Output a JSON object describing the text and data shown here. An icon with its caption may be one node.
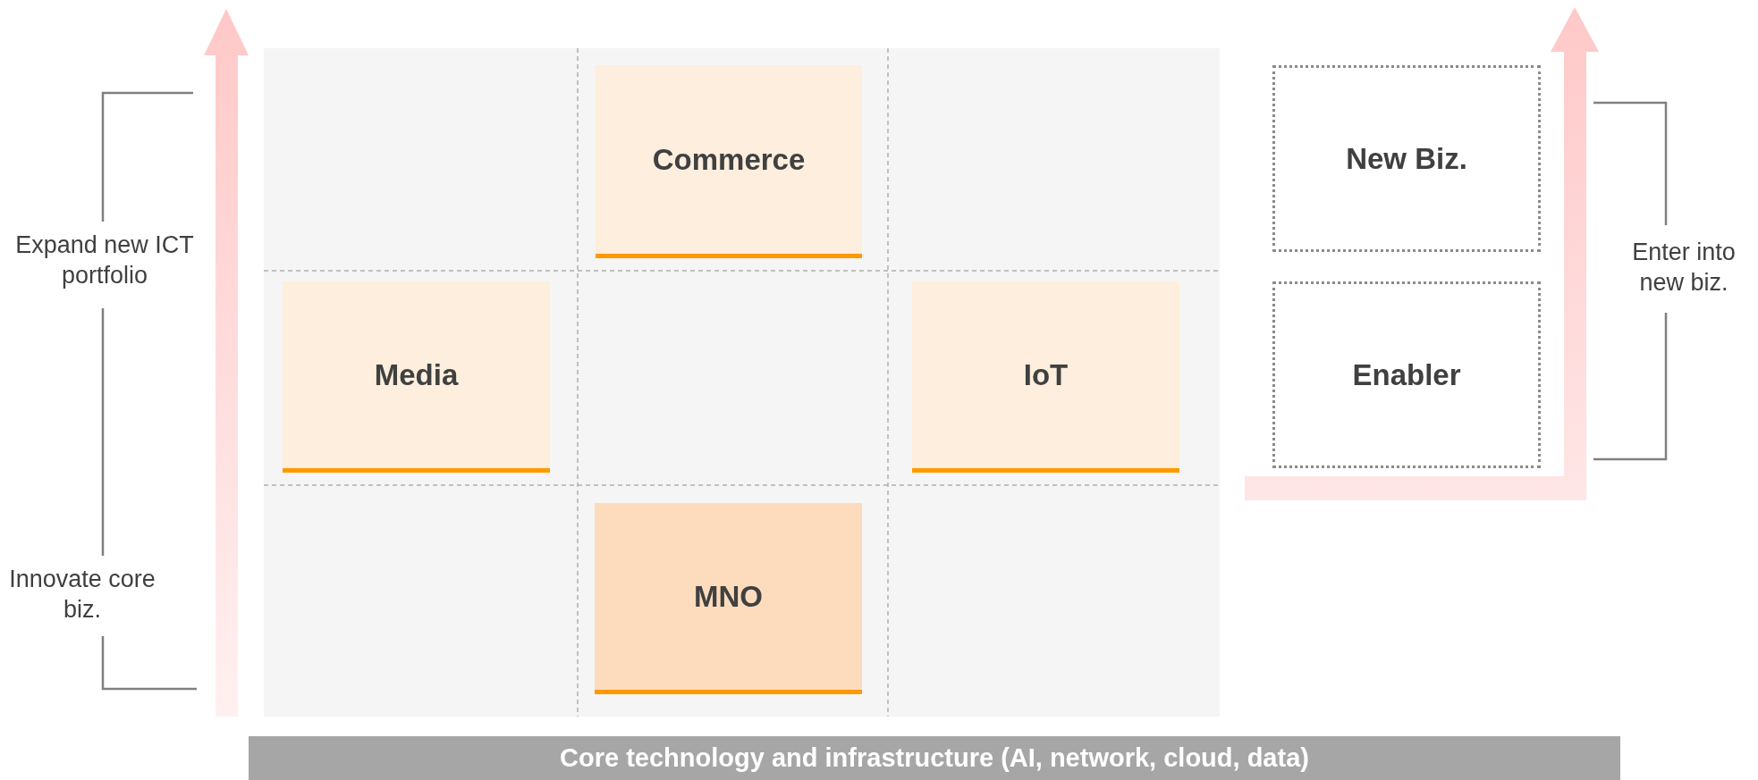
{
  "diagram": {
    "nodes": [
      {
        "text": [
          "Commerce"
        ]
      },
      {
        "text": [
          "Media"
        ]
      },
      {
        "text": [
          "IoT"
        ]
      },
      {
        "text": [
          "MNO"
        ]
      },
      {
        "text": [
          "New Biz."
        ]
      },
      {
        "text": [
          "Enabler"
        ]
      },
      {
        "text": [
          "Core technology and infrastructure (AI, network, cloud, data)"
        ]
      }
    ],
    "labels": [
      "Expand new ICT portfolio",
      "Innovate core biz.",
      "Enter into new biz."
    ]
  }
}
